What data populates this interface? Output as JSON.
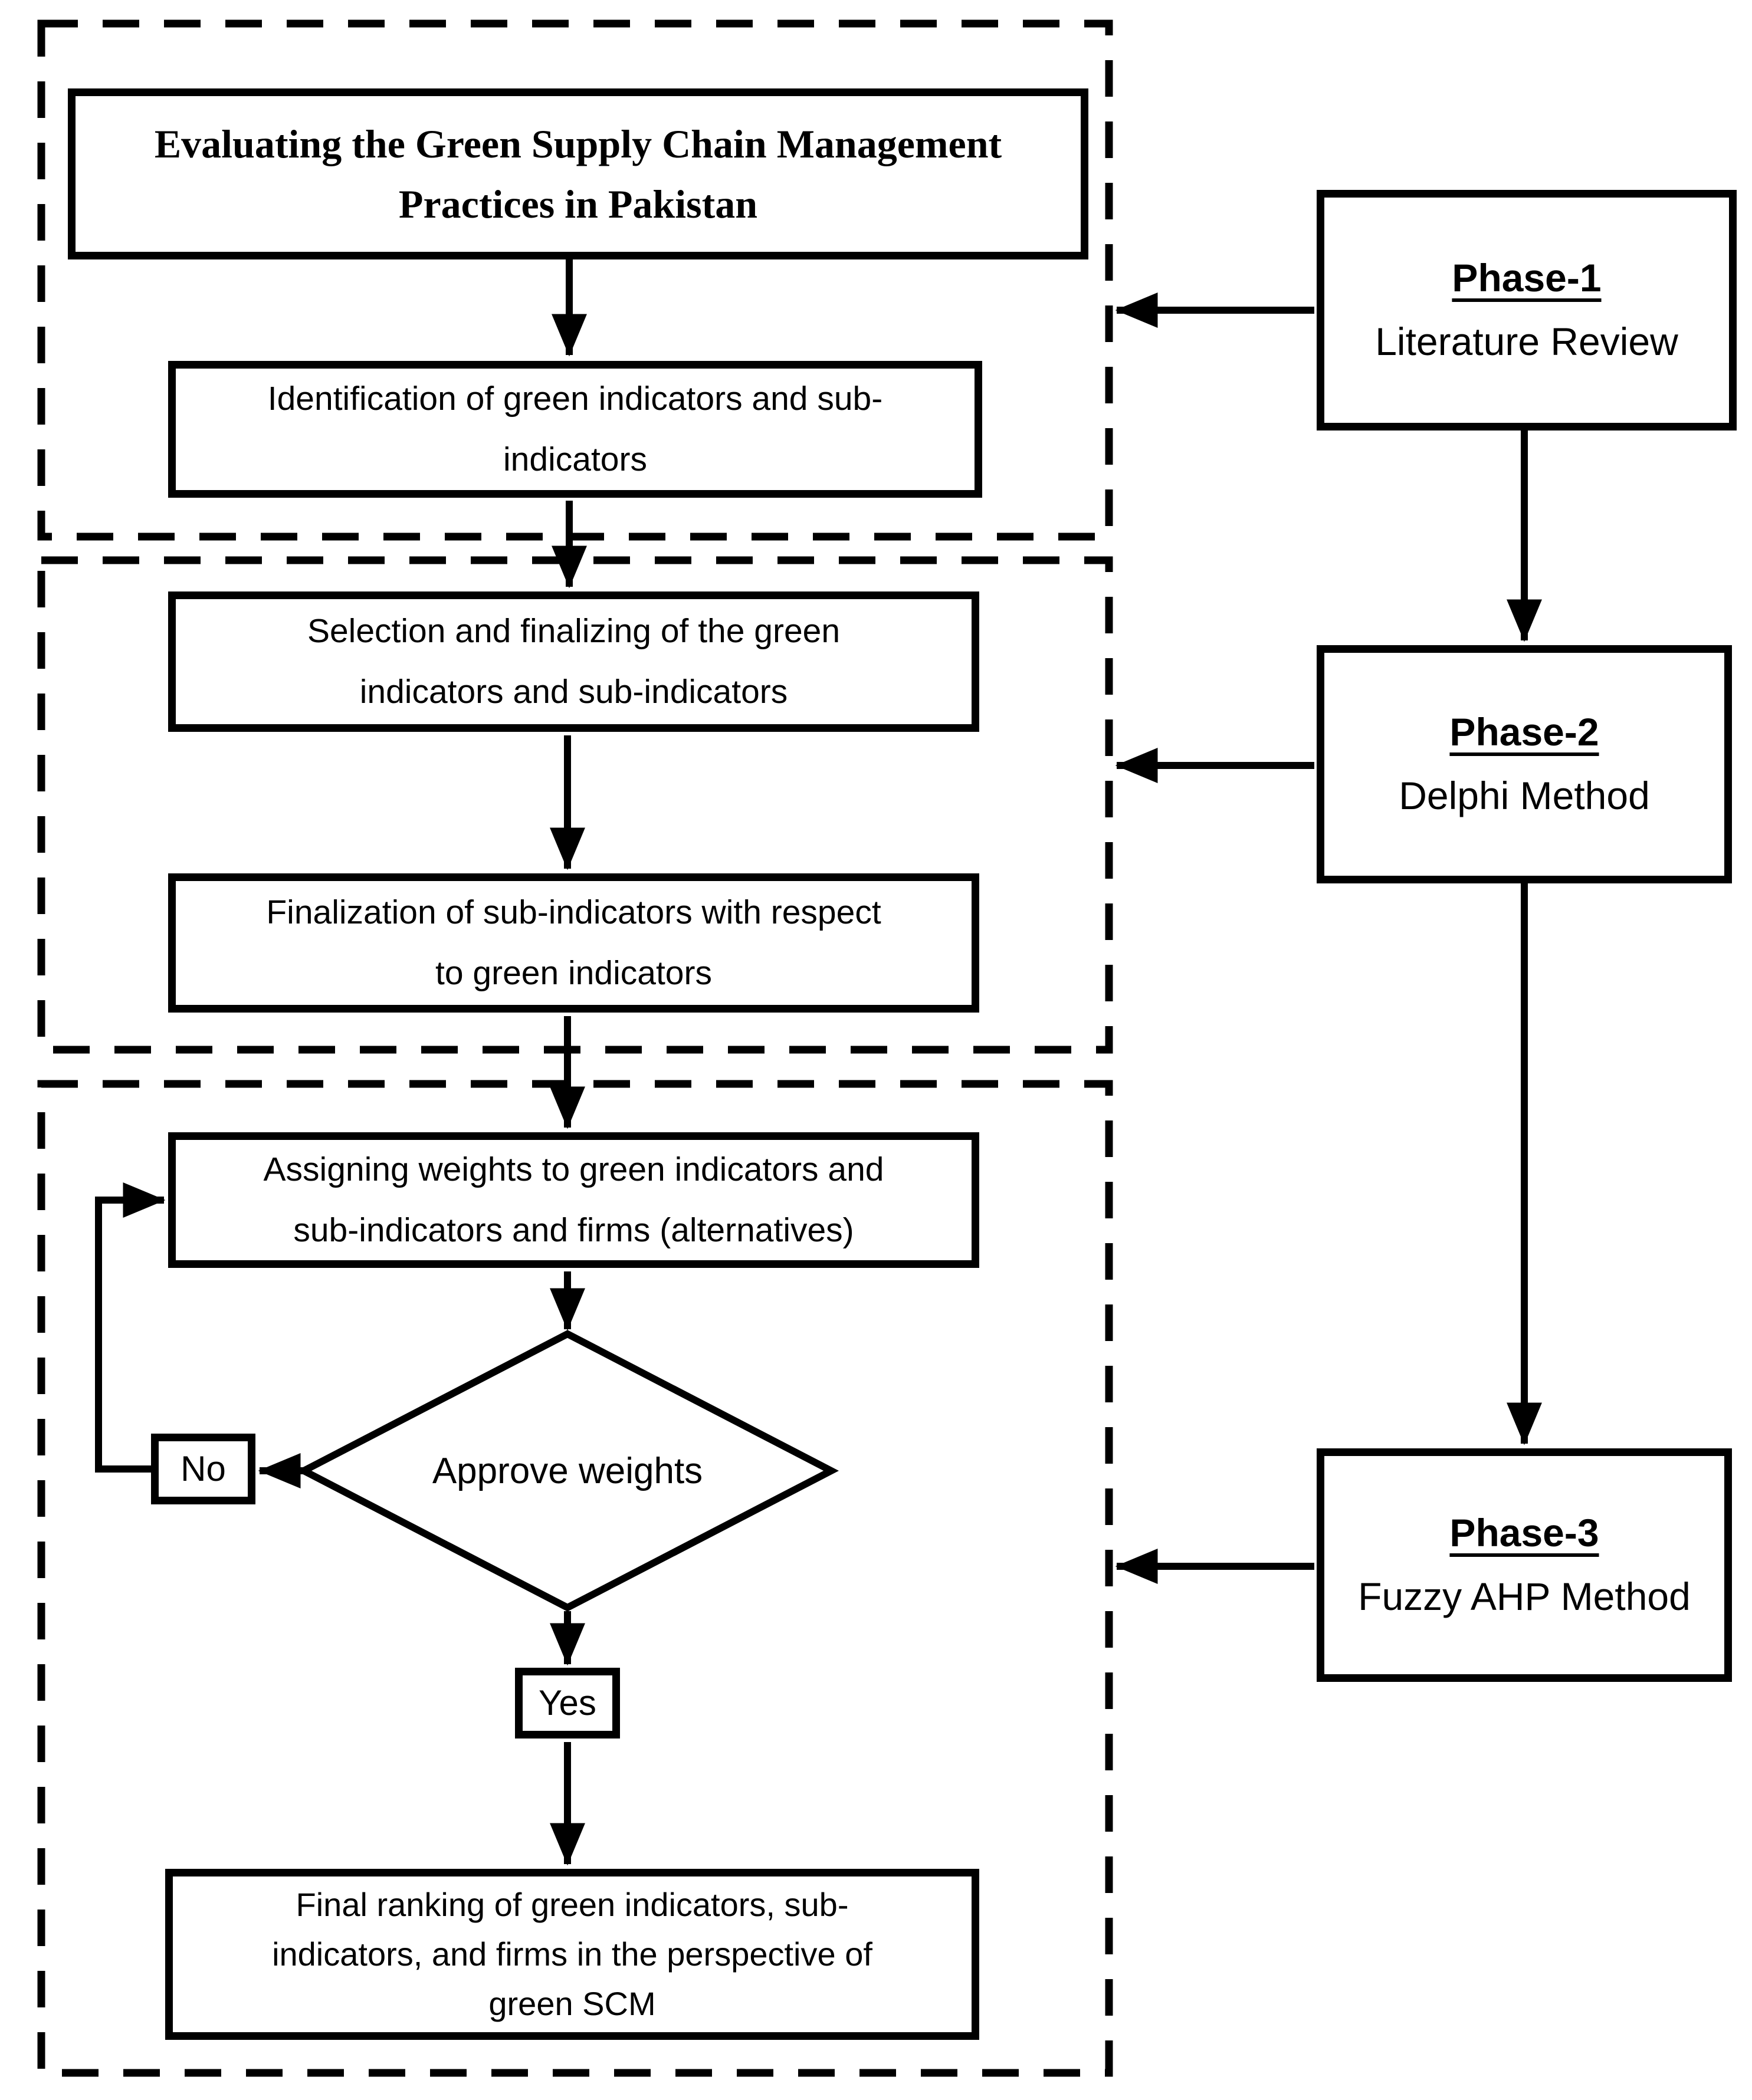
{
  "figure": {
    "type": "flowchart",
    "background_color": "#ffffff",
    "line_color": "#000000"
  },
  "boxes": {
    "title": {
      "lines": [
        "Evaluating the Green Supply Chain Management",
        "Practices in Pakistan"
      ]
    },
    "identification": {
      "lines": [
        "Identification of green indicators and sub-",
        "indicators"
      ]
    },
    "selection": {
      "lines": [
        "Selection and finalizing of the green",
        "indicators and sub-indicators"
      ]
    },
    "finalization": {
      "lines": [
        "Finalization of sub-indicators with respect",
        "to green indicators"
      ]
    },
    "assigning": {
      "lines": [
        "Assigning weights to green indicators and",
        "sub-indicators and firms (alternatives)"
      ]
    },
    "decision": {
      "label": "Approve weights"
    },
    "no": {
      "label": "No"
    },
    "yes": {
      "label": "Yes"
    },
    "final": {
      "lines": [
        "Final ranking of green indicators, sub-",
        "indicators, and firms in the perspective of",
        "green SCM"
      ]
    }
  },
  "phases": [
    {
      "name": "Phase-1",
      "method": "Literature Review"
    },
    {
      "name": "Phase-2",
      "method": "Delphi Method"
    },
    {
      "name": "Phase-3",
      "method": "Fuzzy AHP Method"
    }
  ]
}
